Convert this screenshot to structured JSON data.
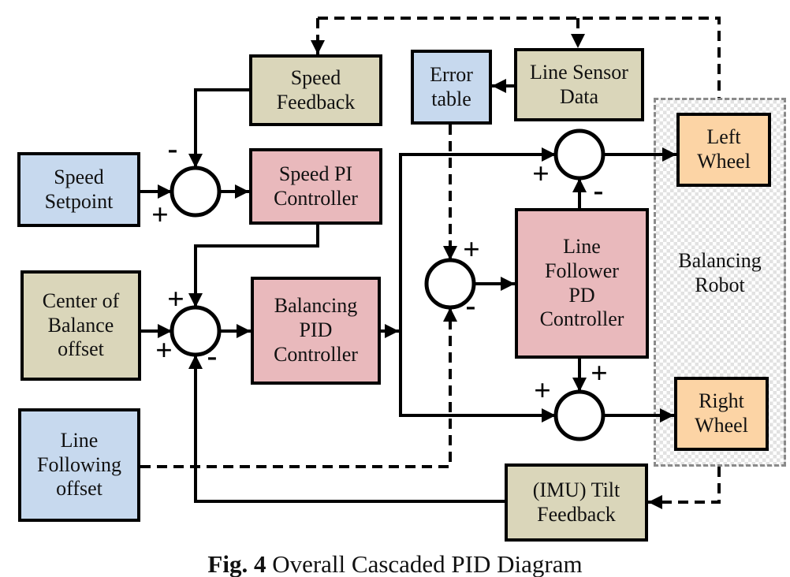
{
  "figure": {
    "caption_prefix": "Fig. 4",
    "caption_text": " Overall Cascaded PID Diagram"
  },
  "colors": {
    "input_blue": "#c7d9ee",
    "feedback_tan": "#dad6ba",
    "controller_pink": "#e9b9bc",
    "wheel_orange": "#fcd4a5",
    "robot_border_gray": "#8a8a8a",
    "line_black": "#000000"
  },
  "nodes": {
    "speed_setpoint": {
      "label": "Speed\nSetpoint"
    },
    "speed_feedback": {
      "label": "Speed\nFeedback"
    },
    "speed_pi": {
      "label": "Speed PI\nController"
    },
    "error_table": {
      "label": "Error\ntable"
    },
    "line_sensor": {
      "label": "Line Sensor\nData"
    },
    "center_offset": {
      "label": "Center of\nBalance\noffset"
    },
    "balancing_pid": {
      "label": "Balancing\nPID\nController"
    },
    "line_following": {
      "label": "Line\nFollowing\noffset"
    },
    "line_pd": {
      "label": "Line\nFollower\nPD\nController"
    },
    "left_wheel": {
      "label": "Left\nWheel"
    },
    "right_wheel": {
      "label": "Right\nWheel"
    },
    "imu": {
      "label": "(IMU) Tilt\nFeedback"
    },
    "robot": {
      "label": "Balancing\nRobot"
    }
  },
  "signs": {
    "speed_sum_top": "-",
    "speed_sum_left": "+",
    "balance_sum_top": "+",
    "balance_sum_left": "+",
    "balance_sum_bottom": "-",
    "line_sum_top": "+",
    "line_sum_bottom": "-",
    "left_sum_left": "+",
    "left_sum_bottom": "-",
    "right_sum_left": "+",
    "right_sum_top": "+"
  }
}
